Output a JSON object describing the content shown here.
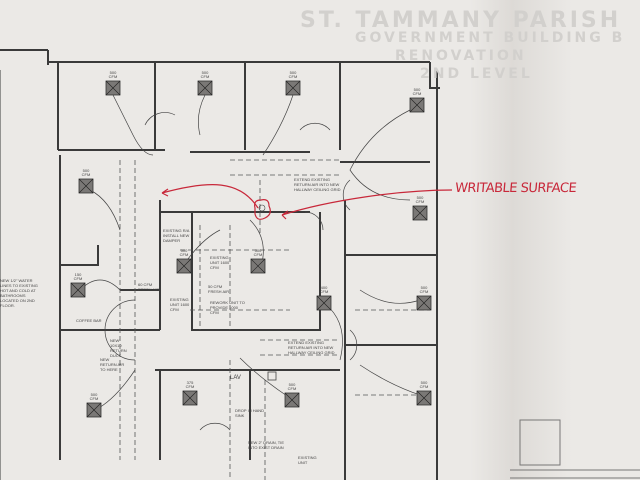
{
  "title_block": {
    "line1": "ST. TAMMANY PARISH",
    "line2": "GOVERNMENT BUILDING B",
    "line3": "RENOVATION",
    "line4": "2ND LEVEL"
  },
  "annotation": {
    "text": "WRITABLE SURFACE",
    "color": "#c8283a"
  },
  "notes": {
    "return_air_top": "EXTEND EXISTING RETURN AIR INTO NEW HALLWAY CEILING GRID",
    "damper": "EXISTING R/A INSTALL NEW DAMPER",
    "unit1": "EXISTING UNIT 1600 CFM",
    "unit2": "EXISTING UNIT 1600 CFM",
    "fresh_air1": "60 CFM FRESH AIR",
    "fresh_air2": "50 CFM FRESH AIR",
    "rework": "REWORK UNIT TO PROVIDE 1000 CFM",
    "water_lines": "NEW 1/2\" WATER LINES TO EXISTING HOT AND COLD AT BATHROOMS LOCATED ON 2ND FLOOR.",
    "coffee_bar": "COFFEE BAR",
    "new_return": "NEW RETURN AIR TO HERE",
    "new_duct": "NEW 10X10 RETURN DUCT",
    "return_air_bottom": "EXTEND EXISTING RETURN AIR INTO NEW HALLWAY CEILING GRID",
    "lav": "LAV",
    "hand_sink": "DROP IN HAND SINK",
    "drain": "NEW 2\" DRAIN, TIE INTO EXIST DRAIN",
    "existing_bottom": "EXISTING UNIT"
  },
  "diffusers": [
    {
      "label": "500 CFM"
    },
    {
      "label": "500 CFM"
    },
    {
      "label": "500 CFM"
    },
    {
      "label": "500 CFM"
    },
    {
      "label": "500 CFM"
    },
    {
      "label": "500 CFM"
    },
    {
      "label": "500 CFM"
    },
    {
      "label": "500 CFM"
    },
    {
      "label": "150 CFM"
    },
    {
      "label": "400 CFM"
    },
    {
      "label": "500 CFM"
    },
    {
      "label": "500 CFM"
    },
    {
      "label": "500 CFM"
    },
    {
      "label": "500 CFM"
    },
    {
      "label": "375 CFM"
    }
  ]
}
